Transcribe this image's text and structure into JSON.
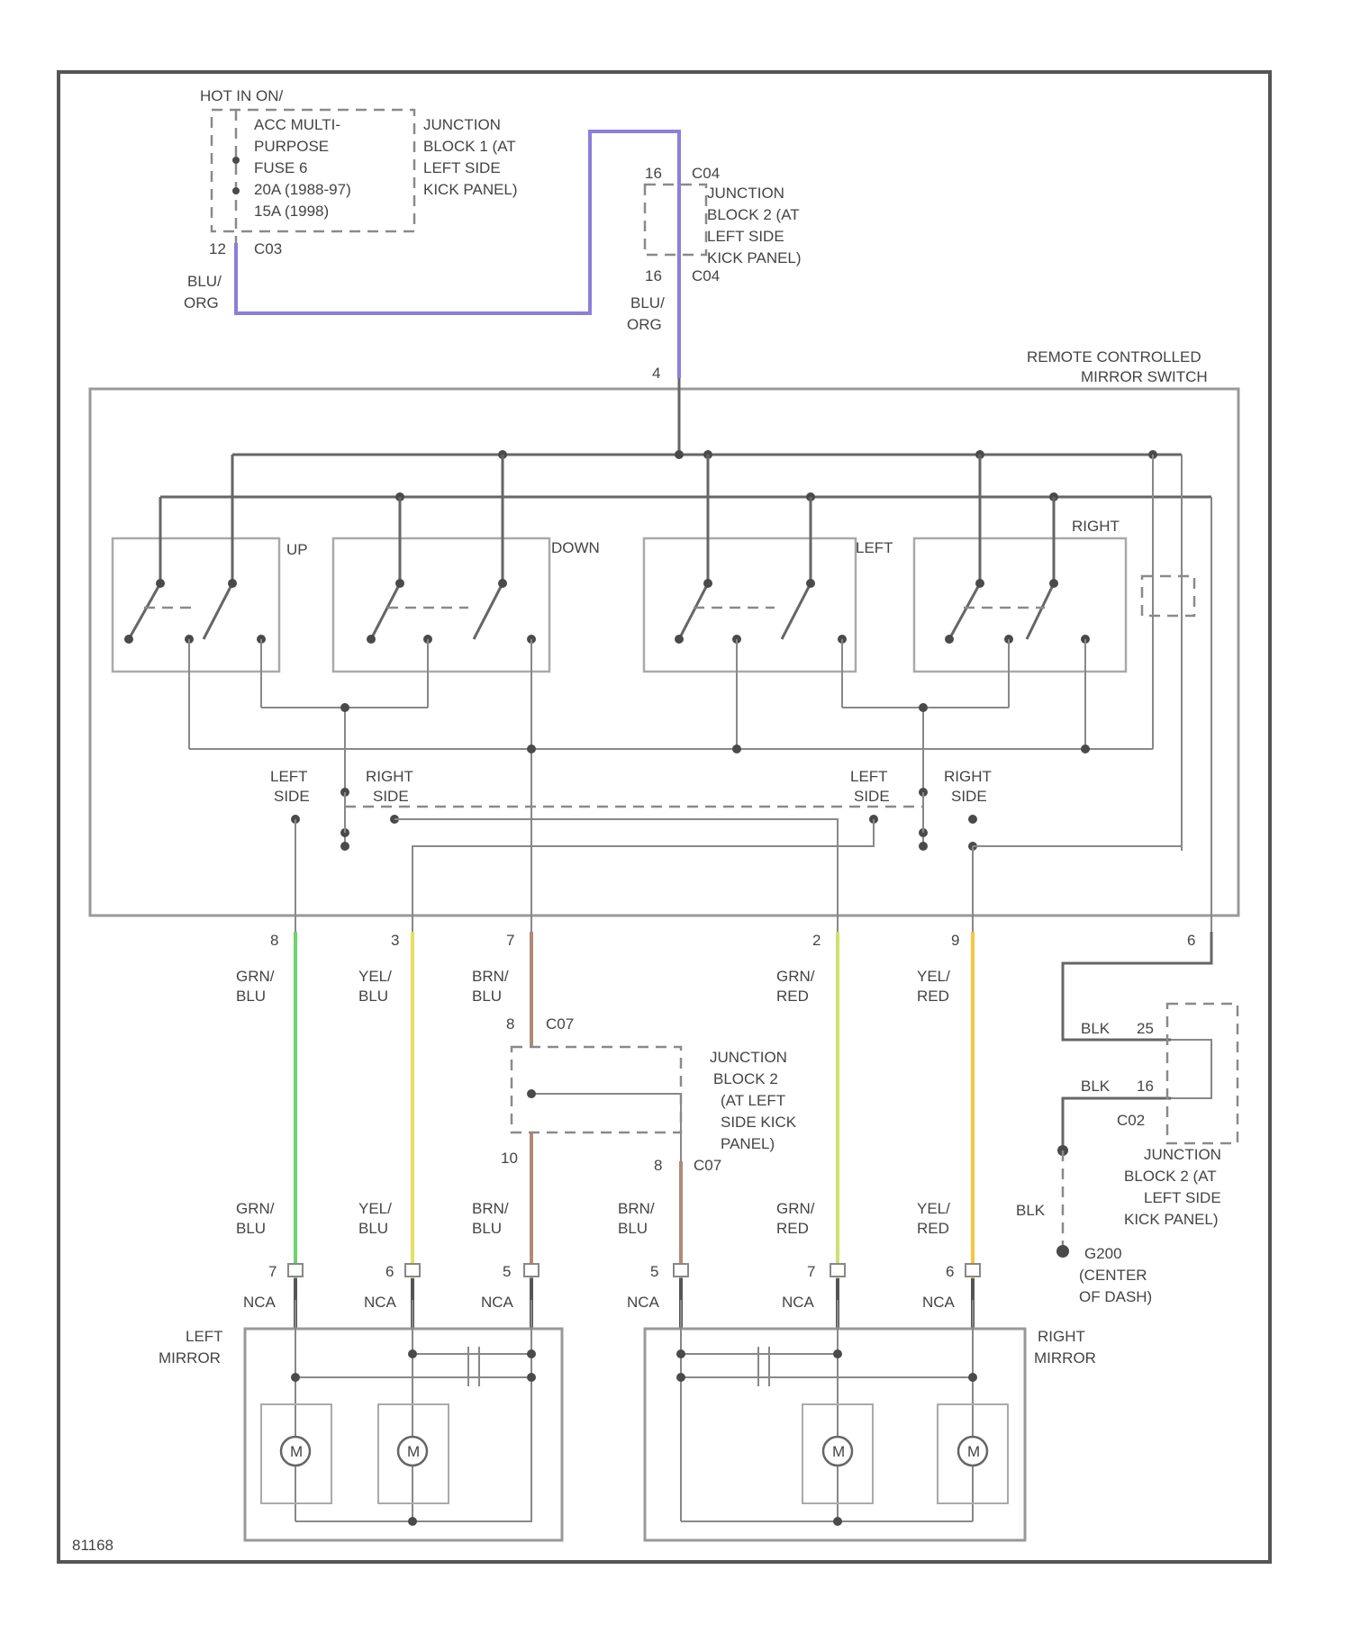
{
  "diagram": {
    "id_code": "81168",
    "power": {
      "hot_label": "HOT IN ON/",
      "fuse_lines": [
        "ACC MULTI-",
        "PURPOSE",
        "FUSE 6",
        "20A (1988-97)",
        "15A (1998)"
      ],
      "fuse_block_lines": [
        "JUNCTION",
        "BLOCK 1 (AT",
        "LEFT SIDE",
        "KICK PANEL)"
      ],
      "pin": "12",
      "connector": "C03",
      "wire": [
        "BLU/",
        "ORG"
      ]
    },
    "jb2_top": {
      "pin_top": "16",
      "connector_top": "C04",
      "lines": [
        "JUNCTION",
        "BLOCK 2 (AT",
        "LEFT SIDE",
        "KICK PANEL)"
      ],
      "pin_bottom": "16",
      "connector_bottom": "C04",
      "wire": [
        "BLU/",
        "ORG"
      ]
    },
    "switch": {
      "title_lines": [
        "REMOTE CONTROLLED",
        "MIRROR SWITCH"
      ],
      "input_pin": "4",
      "positions": [
        "UP",
        "DOWN",
        "LEFT",
        "RIGHT"
      ],
      "selector_left": [
        "LEFT",
        "SIDE"
      ],
      "selector_right": [
        "RIGHT",
        "SIDE"
      ],
      "ground_pin": "6"
    },
    "wires": [
      {
        "pin": "8",
        "color": [
          "GRN/",
          "BLU"
        ],
        "hex": "#6cd46c"
      },
      {
        "pin": "3",
        "color": [
          "YEL/",
          "BLU"
        ],
        "hex": "#e4e060"
      },
      {
        "pin": "7",
        "color": [
          "BRN/",
          "BLU"
        ],
        "hex": "#b08a78"
      },
      {
        "pin": "2",
        "color": [
          "GRN/",
          "RED"
        ],
        "hex": "#cfe070"
      },
      {
        "pin": "9",
        "color": [
          "YEL/",
          "RED"
        ],
        "hex": "#f6c640"
      }
    ],
    "jb2_mid": {
      "pin_top": "8",
      "connector_top": "C07",
      "lines": [
        "JUNCTION",
        "BLOCK 2",
        "(AT LEFT",
        "SIDE KICK",
        "PANEL)"
      ],
      "pin_left": "10",
      "pin_right": "8",
      "connector_bottom": "C07"
    },
    "lower_wires": [
      {
        "color": [
          "GRN/",
          "BLU"
        ],
        "pin": "7",
        "conn": "NCA"
      },
      {
        "color": [
          "YEL/",
          "BLU"
        ],
        "pin": "6",
        "conn": "NCA"
      },
      {
        "color": [
          "BRN/",
          "BLU"
        ],
        "pin": "5",
        "conn": "NCA"
      },
      {
        "color": [
          "BRN/",
          "BLU"
        ],
        "pin": "5",
        "conn": "NCA"
      },
      {
        "color": [
          "GRN/",
          "RED"
        ],
        "pin": "7",
        "conn": "NCA"
      },
      {
        "color": [
          "YEL/",
          "RED"
        ],
        "pin": "6",
        "conn": "NCA"
      }
    ],
    "ground": {
      "wire_a": "BLK",
      "pin_a": "25",
      "wire_b": "BLK",
      "pin_b": "16",
      "connector": "C02",
      "jb_lines": [
        "JUNCTION",
        "BLOCK 2 (AT",
        "LEFT SIDE",
        "KICK PANEL)"
      ],
      "wire_c": "BLK",
      "ground_id": "G200",
      "ground_lines": [
        "(CENTER",
        "OF DASH)"
      ]
    },
    "mirrors": {
      "left": [
        "LEFT",
        "MIRROR"
      ],
      "right": [
        "RIGHT",
        "MIRROR"
      ],
      "motor": "M"
    }
  }
}
